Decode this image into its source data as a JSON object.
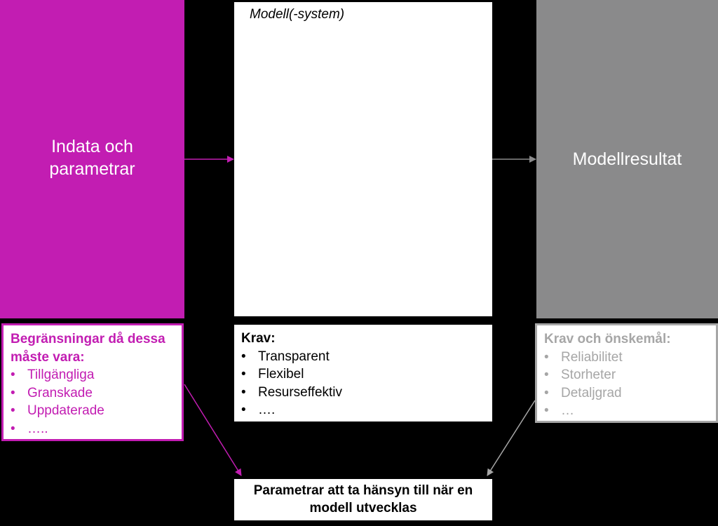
{
  "diagram": {
    "input_box": {
      "title": "Indata och parametrar",
      "color": "#c21db2"
    },
    "model_box": {
      "title": "Modell(-system)"
    },
    "result_box": {
      "title": "Modellresultat",
      "color": "#8a8a8b"
    },
    "limits": {
      "heading": "Begränsningar då dessa måste vara:",
      "items": [
        "Tillgängliga",
        "Granskade",
        "Uppdaterade",
        "….."
      ],
      "color": "#c21db2"
    },
    "requirements": {
      "heading": "Krav:",
      "items": [
        "Transparent",
        "Flexibel",
        "Resurseffektiv",
        "…."
      ]
    },
    "wishes": {
      "heading": "Krav och önskemål:",
      "items": [
        "Reliabilitet",
        "Storheter",
        "Detaljgrad",
        "…"
      ],
      "color": "#a6a6a6"
    },
    "bottom": {
      "text": "Parametrar att ta hänsyn till när en modell utvecklas"
    },
    "bullet": "•"
  }
}
